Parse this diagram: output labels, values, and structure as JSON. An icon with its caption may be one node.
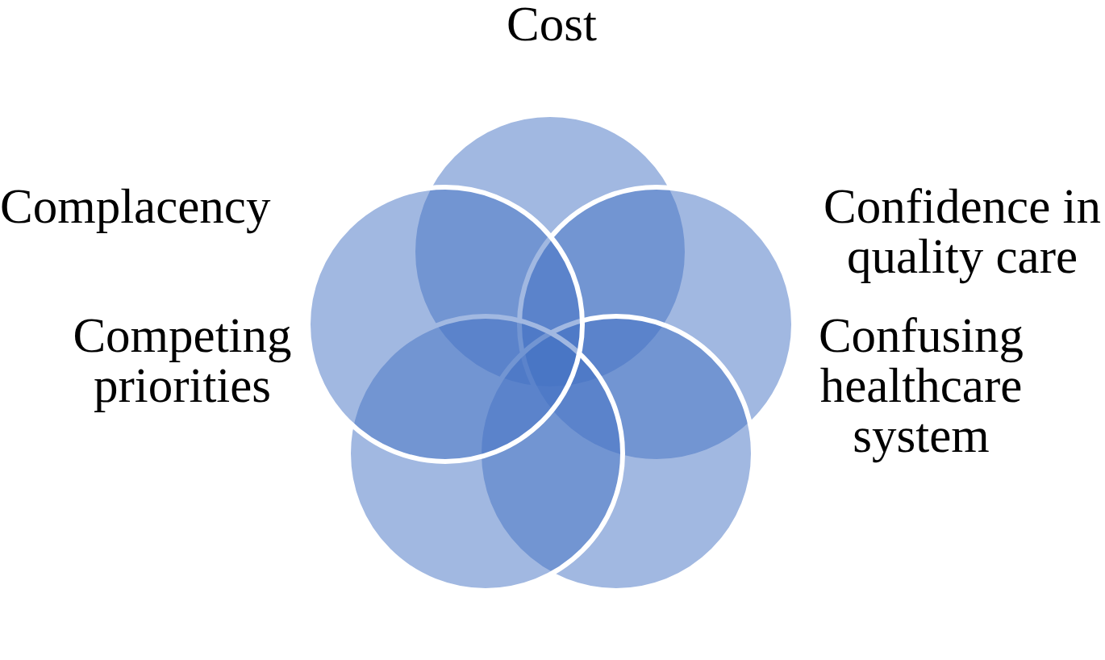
{
  "diagram": {
    "nodes": [
      {
        "text": [
          "Cost"
        ]
      },
      {
        "text": [
          "Complacency"
        ]
      },
      {
        "text": [
          "Confidence in quality care"
        ]
      },
      {
        "text": [
          "Competing priorities"
        ]
      },
      {
        "text": [
          "Confusing healthcare system"
        ]
      }
    ]
  }
}
